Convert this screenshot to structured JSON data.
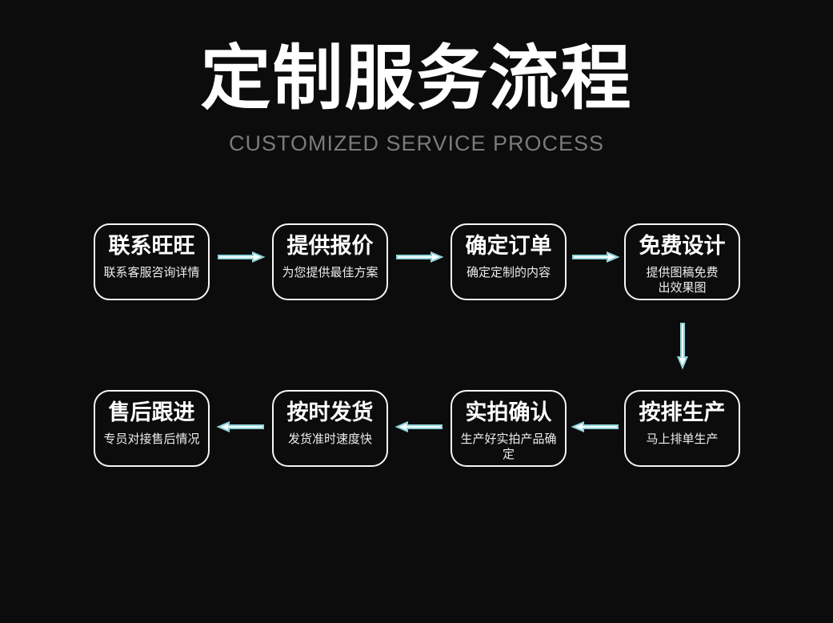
{
  "header": {
    "title": "定制服务流程",
    "subtitle": "CUSTOMIZED SERVICE PROCESS"
  },
  "steps": [
    {
      "title": "联系旺旺",
      "desc": "联系客服咨询详情"
    },
    {
      "title": "提供报价",
      "desc": "为您提供最佳方案"
    },
    {
      "title": "确定订单",
      "desc": "确定定制的内容"
    },
    {
      "title": "免费设计",
      "desc": "提供图稿免费\n出效果图"
    },
    {
      "title": "按排生产",
      "desc": "马上排单生产"
    },
    {
      "title": "实拍确认",
      "desc": "生产好实拍产品确定"
    },
    {
      "title": "按时发货",
      "desc": "发货准时速度快"
    },
    {
      "title": "售后跟进",
      "desc": "专员对接售后情况"
    }
  ],
  "flow_connections": [
    {
      "from": "联系旺旺",
      "to": "提供报价",
      "direction": "right"
    },
    {
      "from": "提供报价",
      "to": "确定订单",
      "direction": "right"
    },
    {
      "from": "确定订单",
      "to": "免费设计",
      "direction": "right"
    },
    {
      "from": "免费设计",
      "to": "按排生产",
      "direction": "down"
    },
    {
      "from": "按排生产",
      "to": "实拍确认",
      "direction": "left"
    },
    {
      "from": "实拍确认",
      "to": "按时发货",
      "direction": "left"
    },
    {
      "from": "按时发货",
      "to": "售后跟进",
      "direction": "left"
    }
  ],
  "colors": {
    "bg": "#0c0c0c",
    "text": "#ffffff",
    "subtitle_gray": "#7b7b7b",
    "box_border": "#f5f5f5",
    "desc_color": "#ededed",
    "arrow_stroke": "#8fd3d8",
    "arrow_fill": "#f8ffff"
  }
}
